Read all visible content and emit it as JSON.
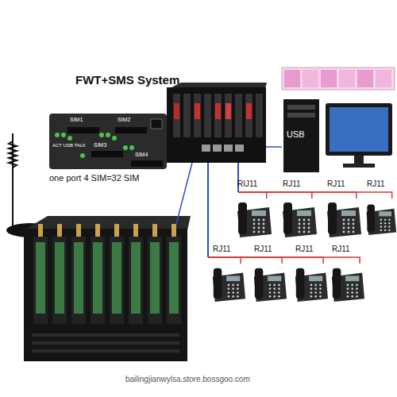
{
  "diagram": {
    "title": "FWT+SMS System",
    "nodes": [
      {
        "text": []
      },
      {
        "text": []
      },
      {
        "text": [
          "RIJ11"
        ]
      },
      {
        "text": [
          "RJ11"
        ]
      },
      {
        "text": [
          "RJ11"
        ]
      },
      {
        "text": [
          "RJ11"
        ]
      },
      {
        "text": [
          "RJ11"
        ]
      },
      {
        "text": [
          "RJ11"
        ]
      },
      {
        "text": [
          "RJ11"
        ]
      },
      {
        "text": [
          "RJ11"
        ]
      }
    ],
    "edges": [
      {
        "from": 0,
        "to": 1,
        "label": "USB",
        "arrow": "none"
      },
      {
        "from": 0,
        "to": 2,
        "arrow": "none"
      },
      {
        "from": 0,
        "to": 3,
        "arrow": "none"
      },
      {
        "from": 0,
        "to": 4,
        "arrow": "none"
      },
      {
        "from": 0,
        "to": 5,
        "arrow": "none"
      },
      {
        "from": 0,
        "to": 6,
        "arrow": "none"
      },
      {
        "from": 0,
        "to": 7,
        "arrow": "none"
      },
      {
        "from": 0,
        "to": 8,
        "arrow": "none"
      },
      {
        "from": 0,
        "to": 9,
        "arrow": "none"
      }
    ],
    "labels": [
      "SIM1",
      "SIM2",
      "SIM3",
      "SIM4",
      "ACT USB TALK",
      "one port 4 SIM=32 SIM",
      "bailingjianwylsa.store.bossgoo.com"
    ]
  }
}
